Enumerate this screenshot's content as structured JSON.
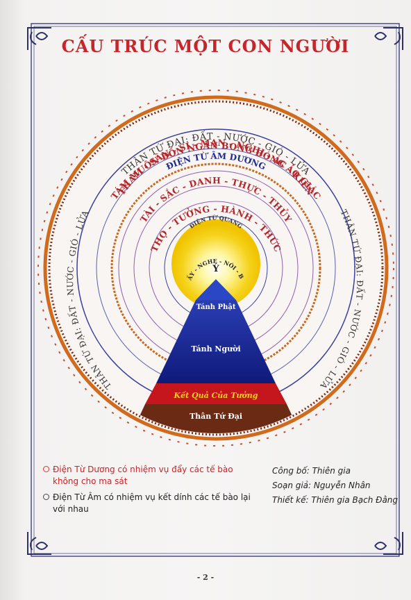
{
  "title": "CẤU TRÚC MỘT CON NGƯỜI",
  "rings": {
    "outer_left": "THÂN TỨ ĐẠI: ĐẤT - NƯỚC - GIÓ - LỬA",
    "outer_top": "THÂN TỨ ĐẠI: ĐẤT - NƯỚC - GIÓ - LỬA",
    "outer_right": "THÂN TỨ ĐẠI: ĐẤT - NƯỚC - GIÓ - LỬA",
    "ring2": "TÁM MUÔN BỐN NGÀN BONG BÓNG ẢO GIÁC",
    "ring3": "ĐIỆN TỪ ÂM DƯƠNG",
    "ring4": "THAM - SÂN - SI - MẠN - NGHI - ÁC - KIẾN",
    "ring5": "TÀI - SẮC - DANH - THỰC - THỦY",
    "ring6": "THỌ - TƯỞNG - HÀNH - THỨC",
    "ring7": "ĐIỆN TỪ QUANG",
    "inner": "THẤY - NGHE - NÓI - BIẾT",
    "center": "Ý"
  },
  "pyramid": {
    "top": "Tánh Phật",
    "middle": "Tánh Người",
    "band": "Kết Quả Của Tưởng",
    "base": "Thân Tứ Đại"
  },
  "notes": [
    "Điện Từ Dương có nhiệm vụ đẩy các tế bào không cho ma sát",
    "Điện Từ Âm có nhiệm vụ kết dính các tế bào lại với nhau"
  ],
  "credits": {
    "line1": "Công bố: Thiên gia",
    "line2": "Soạn giả: Nguyễn Nhân",
    "line3": "Thiết kế: Thiên gia Bạch Đằng"
  },
  "page_number": "- 2 -"
}
